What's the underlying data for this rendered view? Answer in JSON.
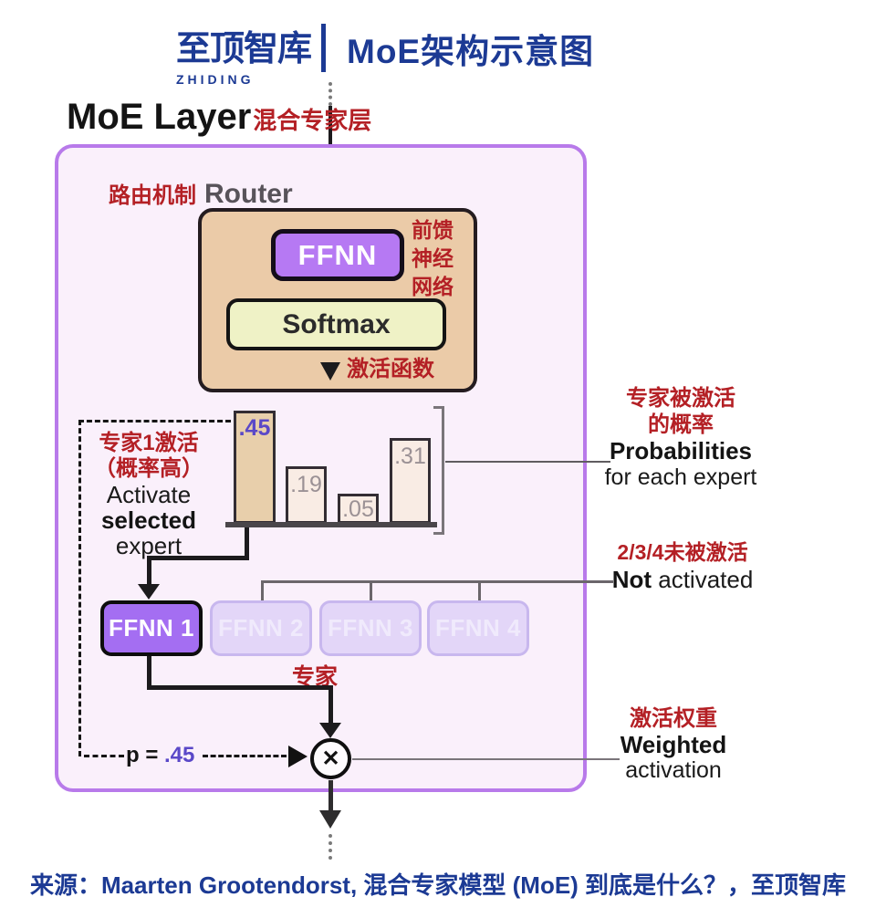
{
  "header": {
    "logo": "至顶智库",
    "logo_sub": "ZHIDING",
    "title": "MoE架构示意图"
  },
  "moe_layer": {
    "title_en": "MoE Layer",
    "title_cn": "混合专家层"
  },
  "router": {
    "label_cn": "路由机制",
    "label_en": "Router",
    "ffnn": "FFNN",
    "ffnn_note_l1": "前馈",
    "ffnn_note_l2": "神经",
    "ffnn_note_l3": "网络",
    "softmax": "Softmax",
    "softmax_note_cn": "激活函数"
  },
  "chart_data": {
    "type": "bar",
    "values": [
      0.45,
      0.19,
      0.05,
      0.31
    ],
    "labels": [
      ".45",
      ".19",
      ".05",
      ".31"
    ],
    "highlighted_index": 0,
    "ylim": [
      0,
      0.5
    ],
    "legend": "none",
    "note": "probability of each of 4 experts, expert 1 highlighted"
  },
  "annotations": {
    "activate": {
      "cn1": "专家1激活",
      "cn2": "（概率高）",
      "en1": "Activate",
      "en2": "selected",
      "en3": "expert"
    },
    "probabilities": {
      "cn1": "专家被激活",
      "cn2": "的概率",
      "en_bold": "Probabilities",
      "en_rest": "for each expert"
    },
    "not_activated": {
      "cn": "2/3/4未被激活",
      "en_bold": "Not",
      "en_rest": " activated"
    },
    "weighted": {
      "cn": "激活权重",
      "en_bold": "Weighted",
      "en_rest": "activation"
    },
    "experts_cn": "专家"
  },
  "experts": {
    "active": "FFNN 1",
    "inactive": [
      "FFNN 2",
      "FFNN 3",
      "FFNN 4"
    ]
  },
  "weight": {
    "prefix": "p = ",
    "value": ".45",
    "multiply": "✕"
  },
  "footer": {
    "source": "来源：Maarten Grootendorst, 混合专家模型 (MoE) 到底是什么？，至顶智库"
  },
  "colors": {
    "brand_navy": "#1c3a94",
    "annotation_red": "#b42025",
    "outer_border_purple": "#b87aea",
    "outer_fill": "#faf0fb",
    "router_fill": "#ebcba8",
    "ffnn_purple": "#b679f3",
    "softmax_yellow": "#eff2c6",
    "active_expert_purple": "#a46ef2",
    "inactive_expert_lavender": "#e3d6f8",
    "bar_highlight": "#e8cfab",
    "bar_normal": "#f9ece4",
    "value_purple": "#5a48c8"
  }
}
